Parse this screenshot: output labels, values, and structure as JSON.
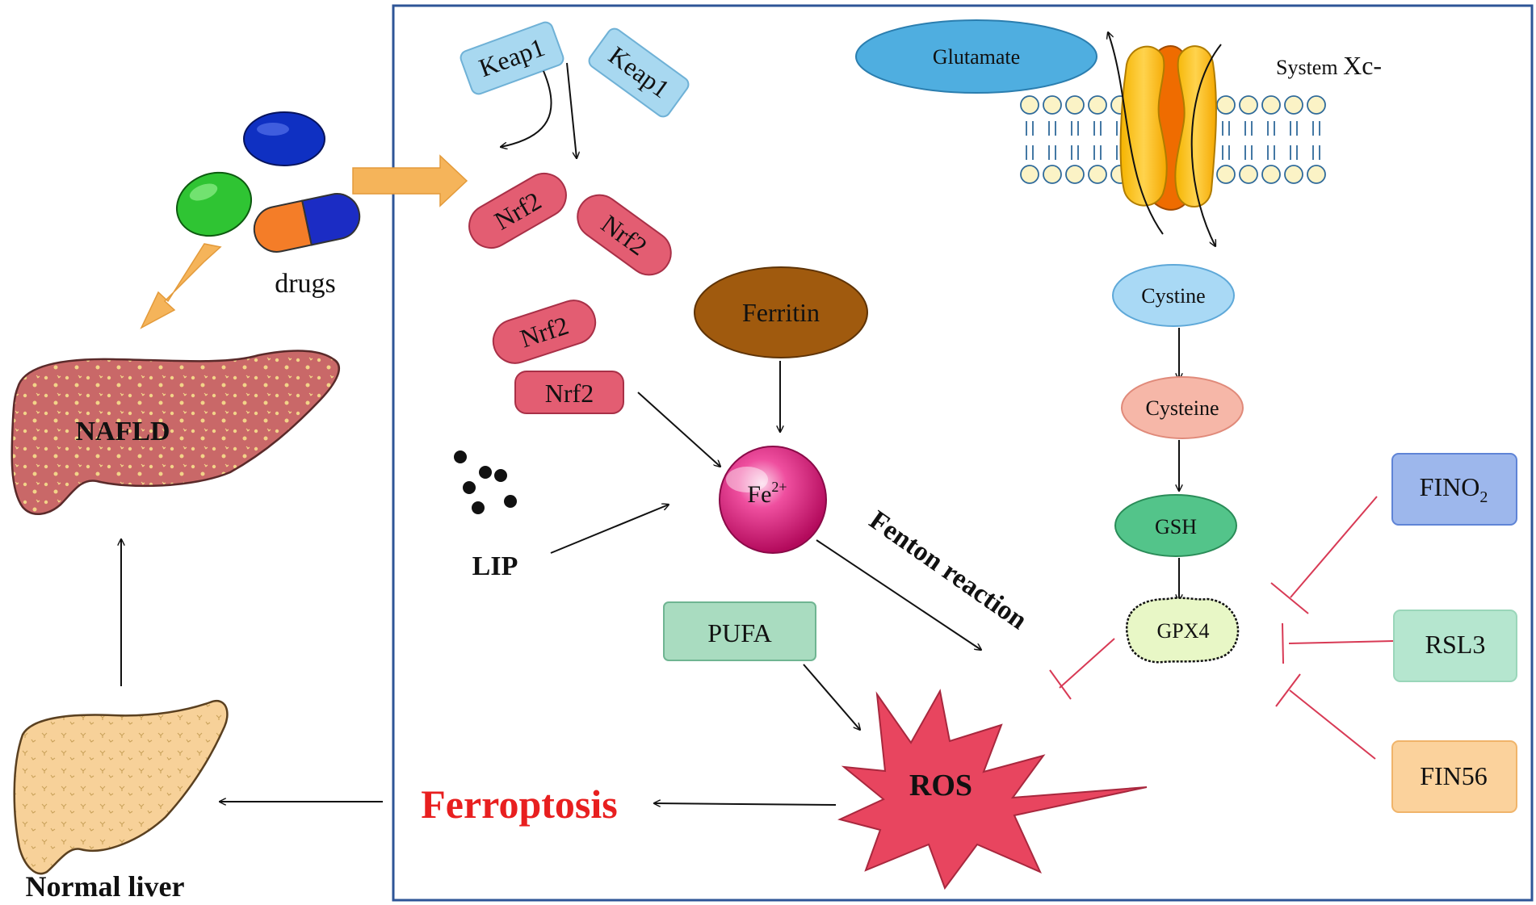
{
  "left_panel": {
    "drugs_label": "drugs",
    "nafld_label": "NAFLD",
    "normal_liver_label": "Normal liver"
  },
  "pathway": {
    "keap1": [
      "Keap1",
      "Keap1"
    ],
    "nrf2": [
      "Nrf2",
      "Nrf2",
      "Nrf2",
      "Nrf2"
    ],
    "ferritin": "Ferritin",
    "iron_base": "Fe",
    "iron_sup": "2+",
    "lip": "LIP",
    "fenton": "Fenton reaction",
    "pufa": "PUFA",
    "ros": "ROS",
    "ferroptosis": "Ferroptosis",
    "glutamate": "Glutamate",
    "system_prefix": "System ",
    "system_suffix": "Xc-",
    "cystine": "Cystine",
    "cysteine": "Cysteine",
    "gsh": "GSH",
    "gpx4": "GPX4"
  },
  "inhibitors": {
    "fino2_base": "FINO",
    "fino2_sub": "2",
    "rsl3": "RSL3",
    "fin56": "FIN56"
  },
  "colors": {
    "frame": "#2e5597",
    "nrf2": "#e35d72",
    "keap1": "#a8d8f0",
    "ferritin": "#a05a0e",
    "iron": "#d8126f",
    "ros": "#e8455f",
    "ferroptosis_text": "#e81f1f",
    "arrow_orange": "#f5b45a",
    "inhibit": "#d83a55"
  }
}
